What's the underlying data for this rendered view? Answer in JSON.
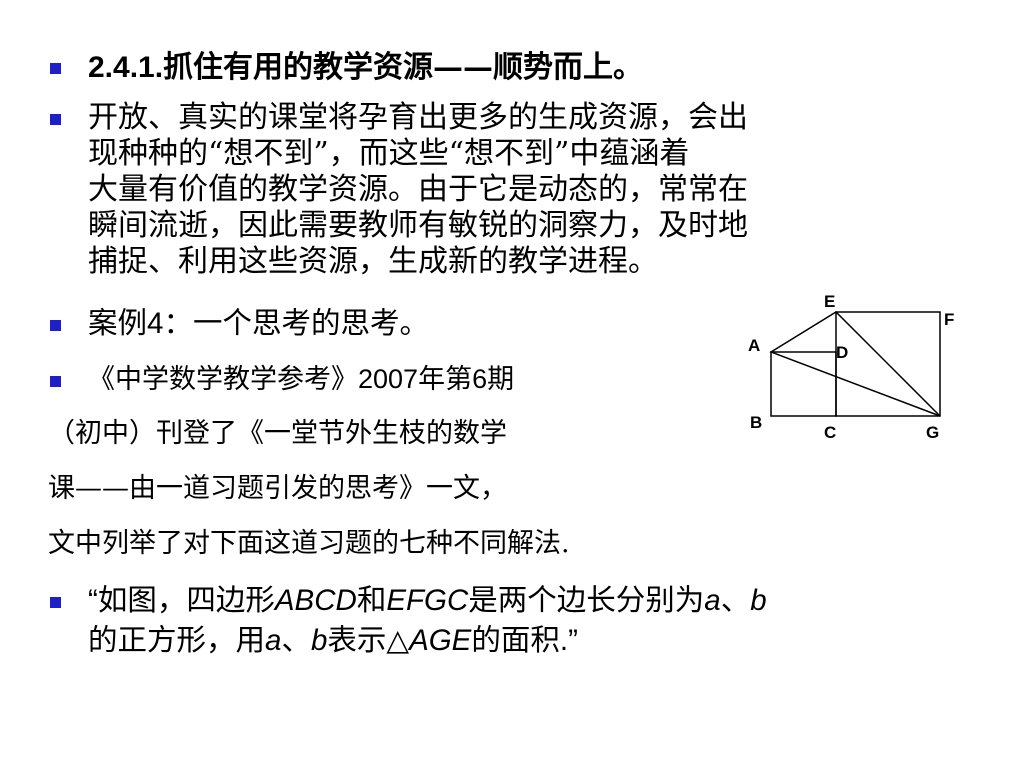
{
  "bullets": {
    "b1": {
      "num": "2.4.1.",
      "text": "抓住有用的教学资源——顺势而上。"
    },
    "b2": {
      "lines": [
        "开放、真实的课堂将孕育出更多的生成资源，会出",
        "现种种的“想不到”，而这些“想不到”中蕴涵着",
        "大量有价值的教学资源。由于它是动态的，常常在",
        "瞬间流逝，因此需要教师有敏锐的洞察力，及时地",
        "捕捉、利用这些资源，生成新的教学进程。"
      ]
    },
    "b3": {
      "pre": "案例",
      "num": "4",
      "post": "：一个思考的思考。"
    },
    "b4": {
      "pre": "《中学数学教学参考》",
      "year": "2007",
      "mid": "年第",
      "issue": "6",
      "post": "期"
    },
    "cont": {
      "l1": "（初中）刊登了《一堂节外生枝的数学",
      "l2": "课——由一道习题引发的思考》一文，",
      "l3": "文中列举了对下面这道习题的七种不同解法."
    },
    "b5": {
      "q_open": "“",
      "t1": "如图，四边形",
      "abcd": "ABCD",
      "t2": "和",
      "efgc": "EFGC",
      "t3": "是两个边长分别为",
      "a1": "a",
      "sep1": "、",
      "b1": "b",
      "t4": "的正方形，用",
      "a2": "a",
      "sep2": "、",
      "b2": "b",
      "t5": "表示△",
      "age": "AGE",
      "t6": "的面积",
      "q_close": ".”"
    }
  },
  "figure": {
    "labels": {
      "E": "E",
      "F": "F",
      "A": "A",
      "D": "D",
      "B": "B",
      "C": "C",
      "G": "G"
    }
  }
}
